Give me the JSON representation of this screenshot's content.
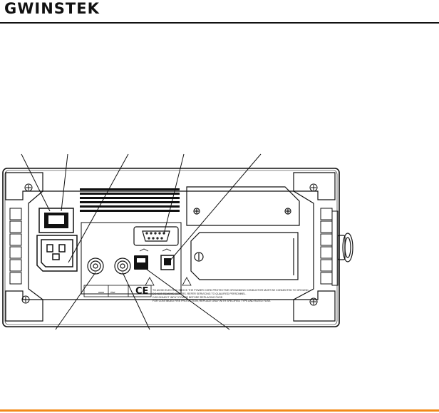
{
  "header": {
    "brand_logo": "GWINSTEK"
  },
  "panel": {
    "ce_mark": "CE",
    "ac_symbol": "~",
    "warning_lines": [
      "TO AVOID ELECTRIC SHOCK THE POWER CORD PROTECTIVE GROUNDING CONDUCTOR MUST BE CONNECTED TO GROUND.",
      "DO NOT REMOVE COVERS. REFER SERVICING TO QUALIFIED PERSONNEL.",
      "DISCONNECT INPUT POWER BEFORE REPLACING FUSE.",
      "FOR CONTINUED FIRE PROTECTION, REPLACE ONLY WITH SPECIFIED TYPE AND RATED FUSE."
    ]
  },
  "colors": {
    "line": "#111111",
    "accent_rule": "#f28a1a"
  }
}
